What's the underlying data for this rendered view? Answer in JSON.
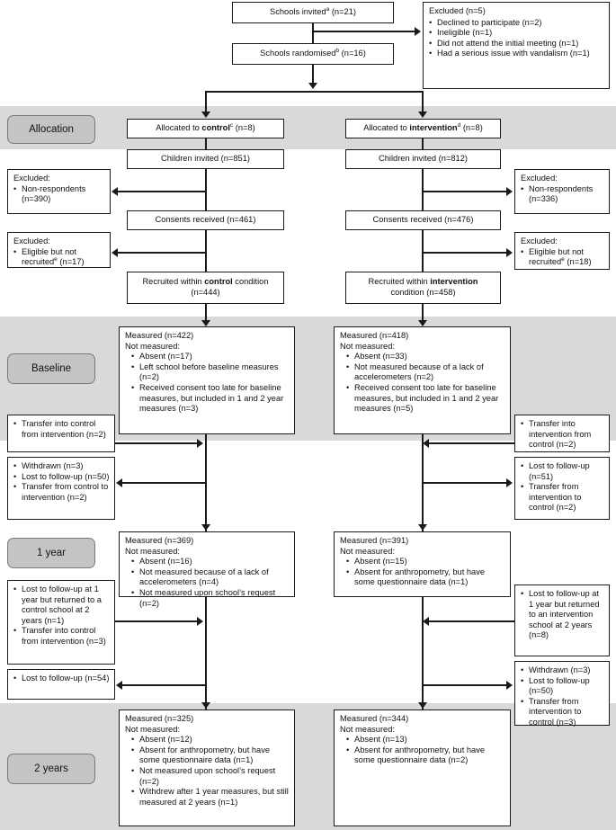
{
  "diagram": {
    "title": "CONSORT participant flow diagram",
    "stage_labels": [
      {
        "id": "allocation",
        "text": "Allocation"
      },
      {
        "id": "baseline",
        "text": "Baseline"
      },
      {
        "id": "year1",
        "text": "1 year"
      },
      {
        "id": "year2",
        "text": "2 years"
      }
    ],
    "colors": {
      "band": "#d9d9d9",
      "chip_fill": "#c4c4c4",
      "chip_border": "#7a7a7a",
      "box_border": "#1a1a1a",
      "text": "#111111"
    },
    "top": {
      "schools_invited": "Schools invited",
      "schools_invited_sup": "a",
      "schools_invited_n": " (n=21)",
      "schools_randomised": "Schools randomised",
      "schools_randomised_sup": "b",
      "schools_randomised_n": " (n=16)",
      "excluded_title": "Excluded (n=5)",
      "excluded_items": [
        "Declined to participate (n=2)",
        "Ineligible (n=1)",
        "Did not attend the initial meeting (n=1)",
        "Had a serious issue with vandalism (n=1)"
      ]
    },
    "control": {
      "allocated_pre": "Allocated to ",
      "allocated_strong": "control",
      "allocated_sup": "c",
      "allocated_post": " (n=8)",
      "children_invited": "Children invited (n=851)",
      "excluded1_title": "Excluded:",
      "excluded1_items": [
        "Non-respondents (n=390)"
      ],
      "consents": "Consents received (n=461)",
      "excluded2_title": "Excluded:",
      "excluded2_items": [
        "Eligible but not recruited(e) (n=17)"
      ],
      "excluded2_item_pre": "Eligible but not recruited",
      "excluded2_item_sup": "e",
      "excluded2_item_post": " (n=17)",
      "recruited_pre": "Recruited within ",
      "recruited_strong": "control",
      "recruited_post": " condition",
      "recruited_n": "(n=444)",
      "baseline_measured": "Measured (n=422)",
      "baseline_notmeasured": "Not measured:",
      "baseline_items": [
        "Absent (n=17)",
        "Left school before baseline measures (n=2)",
        "Received consent too late for baseline measures, but included in 1 and 2 year measures (n=3)"
      ],
      "side_in_baseline": [
        "Transfer into control from intervention (n=2)"
      ],
      "side_out_year1": [
        "Withdrawn (n=3)",
        "Lost to follow-up (n=50)",
        "Transfer from control to intervention (n=2)"
      ],
      "year1_measured": "Measured (n=369)",
      "year1_notmeasured": "Not measured:",
      "year1_items": [
        "Absent (n=16)",
        "Not measured because of a lack of accelerometers (n=4)",
        "Not measured upon school’s request (n=2)"
      ],
      "side_in_year2": [
        "Lost to follow-up at 1 year but returned to a control school at 2 years (n=1)",
        "Transfer into control from intervention (n=3)"
      ],
      "side_out_year2": [
        "Lost to follow-up (n=54)"
      ],
      "year2_measured": "Measured (n=325)",
      "year2_notmeasured": "Not measured:",
      "year2_items": [
        "Absent (n=12)",
        "Absent for anthropometry, but have some questionnaire data (n=1)",
        "Not measured upon school’s request (n=2)",
        "Withdrew after 1 year measures, but still measured at 2 years (n=1)"
      ]
    },
    "intervention": {
      "allocated_pre": "Allocated to ",
      "allocated_strong": "intervention",
      "allocated_sup": "d",
      "allocated_post": " (n=8)",
      "children_invited": "Children invited (n=812)",
      "excluded1_title": "Excluded:",
      "excluded1_items": [
        "Non-respondents (n=336)"
      ],
      "consents": "Consents received (n=476)",
      "excluded2_title": "Excluded:",
      "excluded2_item_pre": "Eligible but not recruited",
      "excluded2_item_sup": "e",
      "excluded2_item_post": " (n=18)",
      "recruited_pre": "Recruited within ",
      "recruited_strong": "intervention",
      "recruited_post": "",
      "recruited_n": "condition (n=458)",
      "baseline_measured": "Measured (n=418)",
      "baseline_notmeasured": "Not measured:",
      "baseline_items": [
        "Absent (n=33)",
        "Not measured because of a lack of accelerometers (n=2)",
        "Received consent too late for baseline measures, but included in 1 and 2 year measures (n=5)"
      ],
      "side_in_baseline": [
        "Transfer into intervention from control (n=2)"
      ],
      "side_out_year1": [
        "Lost to follow-up (n=51)",
        "Transfer from intervention to control (n=2)"
      ],
      "year1_measured": "Measured (n=391)",
      "year1_notmeasured": "Not measured:",
      "year1_items": [
        "Absent (n=15)",
        "Absent for anthropometry, but have some questionnaire data (n=1)"
      ],
      "side_in_year2": [
        "Lost to follow-up at 1 year but returned to an intervention school at 2 years (n=8)"
      ],
      "side_out_year2": [
        "Withdrawn (n=3)",
        "Lost to follow-up (n=50)",
        "Transfer from intervention to control (n=3)"
      ],
      "year2_measured": "Measured (n=344)",
      "year2_notmeasured": "Not measured:",
      "year2_items": [
        "Absent (n=13)",
        "Absent for anthropometry, but have some questionnaire data (n=2)"
      ]
    }
  }
}
